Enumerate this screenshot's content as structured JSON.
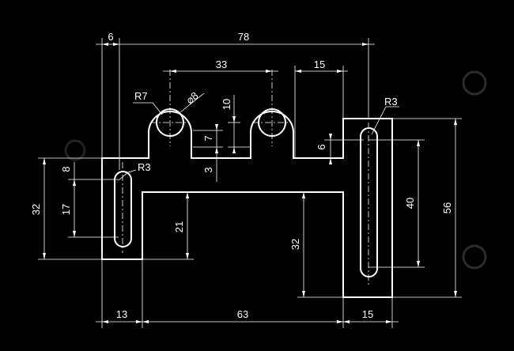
{
  "drawing": {
    "dims": {
      "top_left": "6",
      "top_overall": "78",
      "holes_spacing": "33",
      "right_step": "15",
      "r7": "R7",
      "dia8": "⌀8",
      "d10": "10",
      "d7": "7",
      "d3": "3",
      "d6": "6",
      "r3_right": "R3",
      "r3_left": "R3",
      "d8_left": "8",
      "d17_left": "17",
      "d32_left": "32",
      "d21": "21",
      "d32_mid": "32",
      "d40": "40",
      "d56": "56",
      "bottom_13": "13",
      "bottom_63": "63",
      "bottom_15": "15"
    }
  }
}
